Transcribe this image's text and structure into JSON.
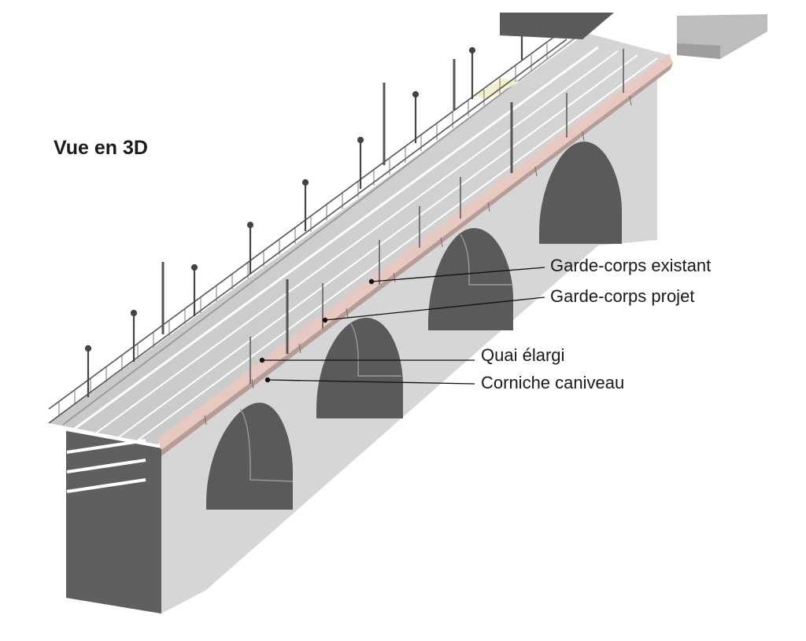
{
  "title": "Vue en 3D",
  "callouts": {
    "garde_corps_existant": "Garde-corps existant",
    "garde_corps_projet": "Garde-corps projet",
    "quai_elargi": "Quai élargi",
    "corniche_caniveau": "Corniche caniveau"
  },
  "colors": {
    "pier_light": "#d9d9d9",
    "pier_dark": "#5e5e5e",
    "deck": "#cfcfcf",
    "parapet_pink": "#e8c9c2",
    "railing": "#555555",
    "leader": "#111111"
  }
}
